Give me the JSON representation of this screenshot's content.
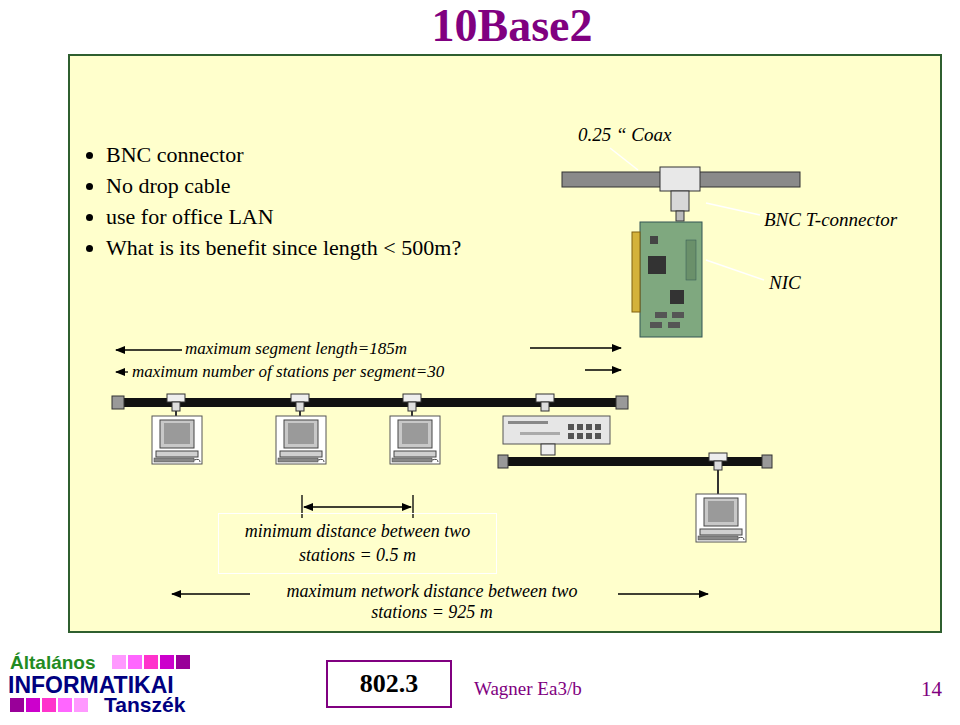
{
  "diagram": {
    "title": "10Base2",
    "nodes": [
      {
        "text": [
          "minimum distance between two stations = 0.5 m"
        ]
      },
      {
        "text": [
          "802.3"
        ]
      }
    ],
    "labels": [
      "BNC connector",
      "No drop cable",
      "use for office LAN",
      "What is its benefit since length < 500m?",
      "0.25 “ Coax",
      "BNC T-connector",
      "NIC",
      "maximum segment length=185m",
      "maximum number of stations per segment=30",
      "maximum network distance between two stations = 925 m",
      "Általános",
      "INFORMATIKAI",
      "Tanszék",
      "Wagner  Ea3/b",
      "14"
    ]
  }
}
